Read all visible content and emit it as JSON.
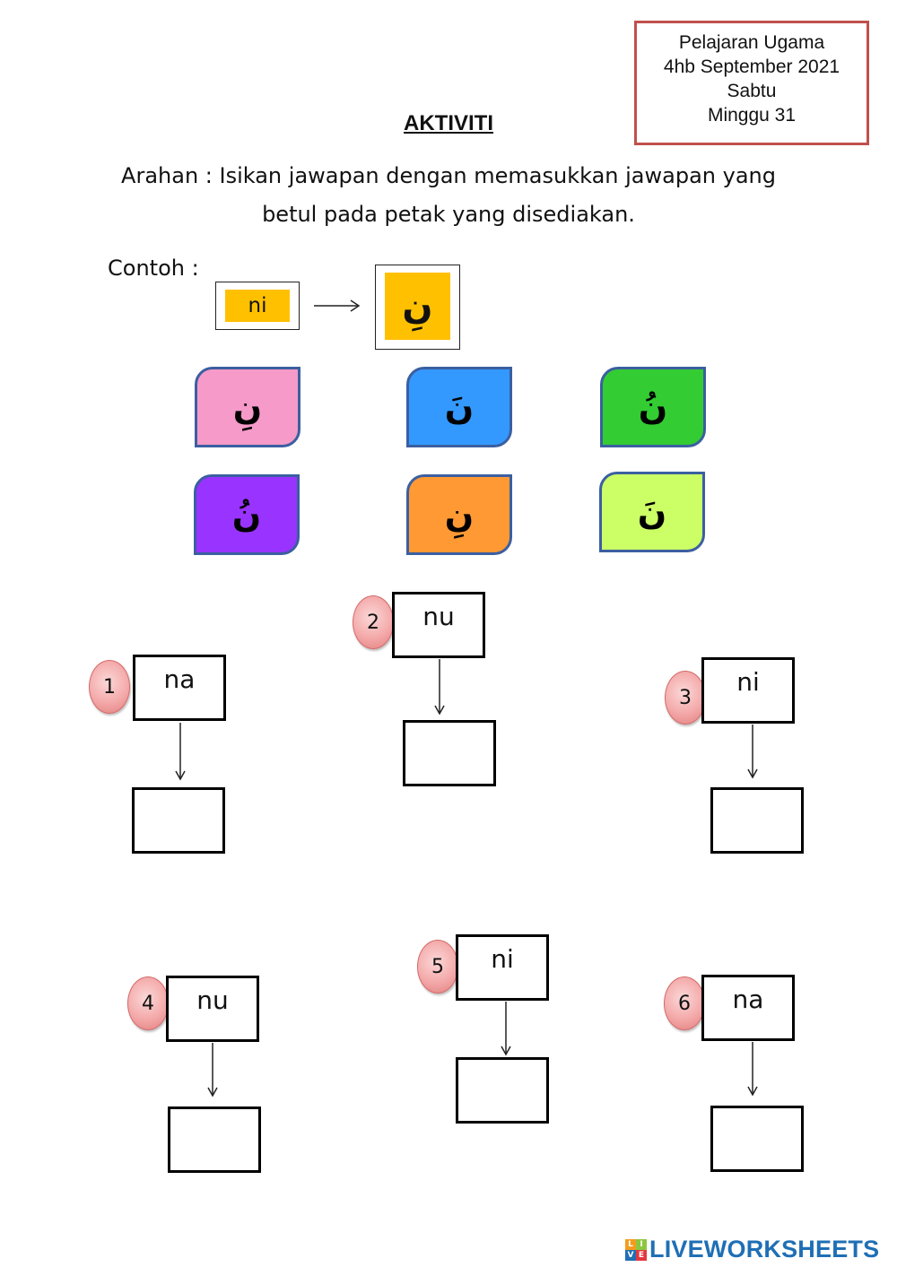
{
  "info": {
    "lines": [
      "Pelajaran Ugama",
      "4hb September 2021",
      "Sabtu",
      "Minggu 31"
    ]
  },
  "title": "AKTIVITI",
  "instruction": {
    "line1": "Arahan : Isikan jawapan dengan memasukkan jawapan yang",
    "line2": "betul pada petak yang disediakan."
  },
  "example": {
    "label": "Contoh :",
    "source": "ni",
    "answer": "نِ",
    "color": "#ffc000"
  },
  "tiles": [
    {
      "text": "نِ",
      "color": "#f59ac9"
    },
    {
      "text": "نَ",
      "color": "#3399ff"
    },
    {
      "text": "نُ",
      "color": "#33cc33"
    },
    {
      "text": "نُ",
      "color": "#9933ff"
    },
    {
      "text": "نِ",
      "color": "#ff9933"
    },
    {
      "text": "نَ",
      "color": "#ccff66"
    }
  ],
  "questions": [
    {
      "number": "1",
      "text": "na"
    },
    {
      "number": "2",
      "text": "nu"
    },
    {
      "number": "3",
      "text": "ni"
    },
    {
      "number": "4",
      "text": "nu"
    },
    {
      "number": "5",
      "text": "ni"
    },
    {
      "number": "6",
      "text": "na"
    }
  ],
  "branding": {
    "logo_letters": [
      "L",
      "I",
      "V",
      "E"
    ],
    "logo_colors": [
      "#f29d1f",
      "#8cc63f",
      "#1f6fb5",
      "#e2373f"
    ],
    "text": "LIVEWORKSHEETS"
  }
}
